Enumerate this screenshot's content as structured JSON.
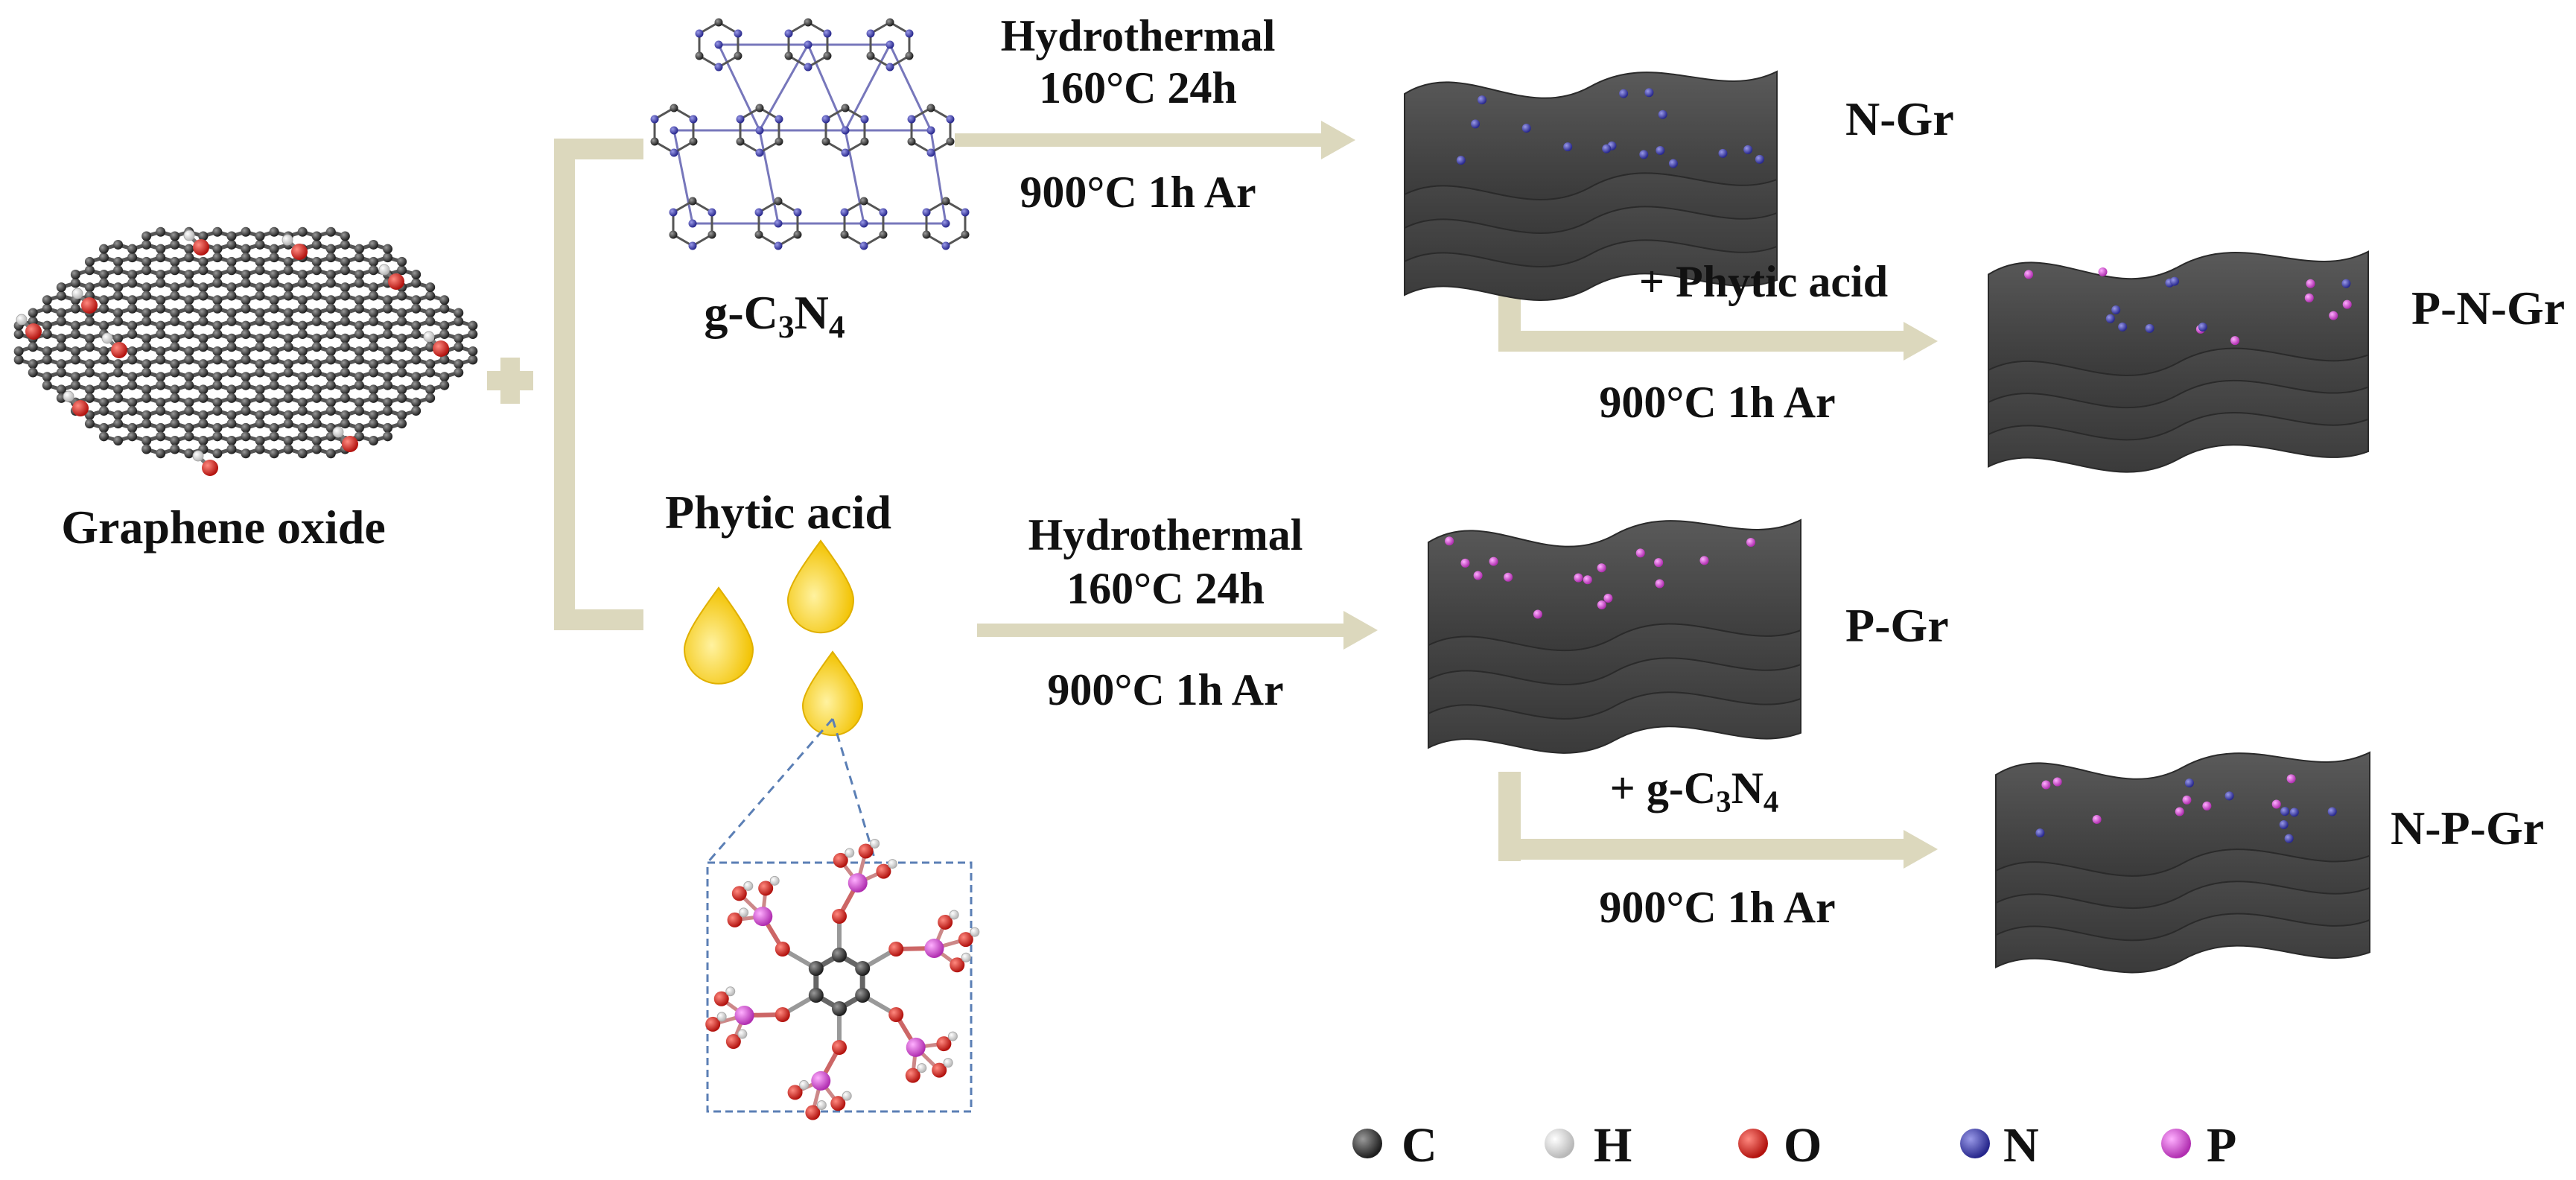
{
  "graphene_oxide": {
    "label": "Graphene oxide"
  },
  "gc3n4": {
    "prefix": "g-C",
    "sub1": "3",
    "mid": "N",
    "sub2": "4"
  },
  "phytic_acid": {
    "label": "Phytic acid"
  },
  "route_top": {
    "arrow_label_1": "Hydrothermal",
    "arrow_label_2": "160°C  24h",
    "arrow_label_3": "900°C  1h  Ar",
    "product": "N-Gr"
  },
  "route_top_second": {
    "reagent": "+ Phytic acid",
    "condition": "900°C  1h  Ar",
    "product": "P-N-Gr"
  },
  "route_bottom": {
    "arrow_label_1": "Hydrothermal",
    "arrow_label_2": "160°C  24h",
    "arrow_label_3": "900°C  1h  Ar",
    "product": "P-Gr"
  },
  "route_bottom_second": {
    "reagent_prefix": "+ g-C",
    "reagent_sub1": "3",
    "reagent_mid": "N",
    "reagent_sub2": "4",
    "condition": "900°C  1h  Ar",
    "product": "N-P-Gr"
  },
  "legend": [
    {
      "symbol": "C",
      "color": "#2b2b2b"
    },
    {
      "symbol": "H",
      "color": "#e8e8e8"
    },
    {
      "symbol": "O",
      "color": "#d4201c"
    },
    {
      "symbol": "N",
      "color": "#3a3aa8"
    },
    {
      "symbol": "P",
      "color": "#cc44cc"
    }
  ],
  "colors": {
    "arrow": "#dcd8bd",
    "sheet": "#4a4a4a",
    "drop": "#f7d000",
    "inset_border": "#5b7fb5"
  }
}
